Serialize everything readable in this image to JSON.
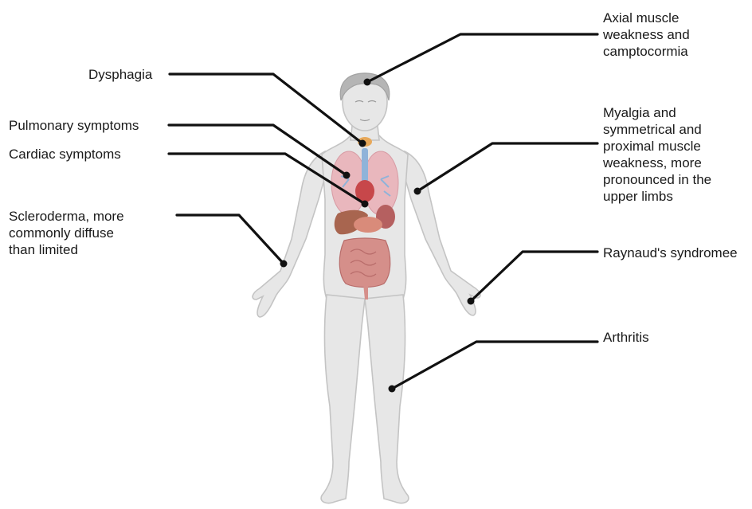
{
  "colors": {
    "skin": "#e7e7e7",
    "skin_outline": "#c4c4c4",
    "hair": "#b5b5b5",
    "lungs": "#e9b7bd",
    "heart": "#c7474a",
    "liver": "#a8654f",
    "stomach": "#d98b7a",
    "intestines": "#d58f8a",
    "thyroid": "#e7a85a",
    "trachea": "#8fb3d9",
    "leader_line": "#111111",
    "text": "#1a1a1a"
  },
  "labels": {
    "axial": "Axial muscle\nweakness and\ncamptocormia",
    "dysphagia": "Dysphagia",
    "pulmonary": "Pulmonary symptoms",
    "cardiac": "Cardiac symptoms",
    "myalgia": "Myalgia and\nsymmetrical and\nproximal muscle\nweakness, more\npronounced in the\nupper limbs",
    "scleroderma": "Scleroderma, more\ncommonly diffuse\nthan limited",
    "raynaud": "Raynaud's syndromee",
    "arthritis": "Arthritis"
  }
}
